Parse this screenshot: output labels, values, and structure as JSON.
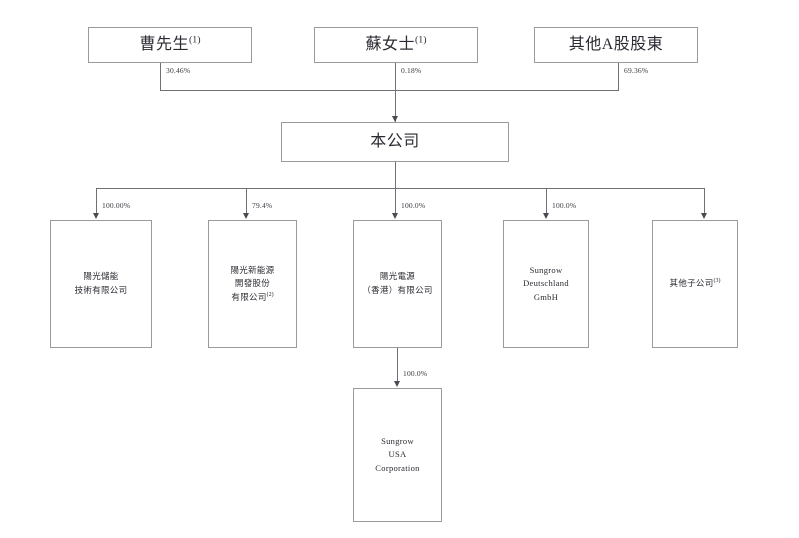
{
  "diagram": {
    "title": "Shareholding and corporate structure chart",
    "colors": {
      "background": "#ffffff",
      "box_border": "#9a9a9e",
      "connector": "#6f6f76",
      "text": "#2b2b33"
    }
  },
  "shareholders": [
    {
      "name": "曹先生",
      "footnote": "(1)",
      "percent": "30.46%"
    },
    {
      "name": "蘇女士",
      "footnote": "(1)",
      "percent": "0.18%"
    },
    {
      "name": "其他A股股東",
      "footnote": "",
      "percent": "69.36%"
    }
  ],
  "company": {
    "name": "本公司",
    "footnote": ""
  },
  "subsidiaries": [
    {
      "name": "陽光儲能\n技術有限公司",
      "footnote": "",
      "percent": "100.00%"
    },
    {
      "name": "陽光新能源\n開發股份\n有限公司",
      "footnote": "(2)",
      "percent": "79.4%"
    },
    {
      "name": "陽光電源\n（香港）有限公司",
      "footnote": "",
      "percent": "100.0%"
    },
    {
      "name": "Sungrow\nDeutschland\nGmbH",
      "footnote": "",
      "percent": "100.0%"
    },
    {
      "name": "其他子公司",
      "footnote": "(3)",
      "percent": ""
    }
  ],
  "sub_subsidiaries": [
    {
      "name": "Sungrow\nUSA\nCorporation",
      "footnote": "",
      "percent": "100.0%",
      "parent": "陽光電源（香港）有限公司"
    }
  ]
}
